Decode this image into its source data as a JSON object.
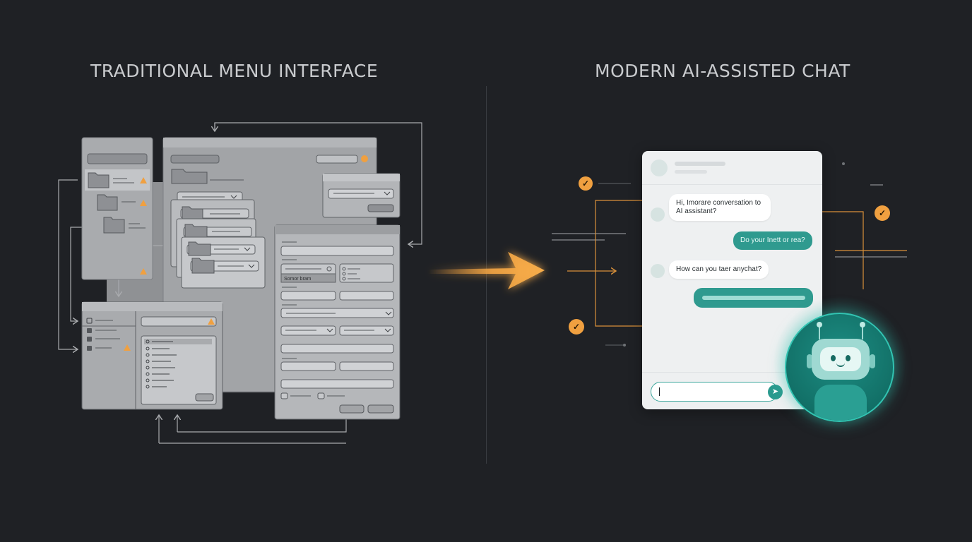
{
  "left_panel": {
    "title": "TRADITIONAL MENU INTERFACE"
  },
  "right_panel": {
    "title": "MODERN AI-ASSISTED CHAT"
  },
  "chat": {
    "messages": [
      {
        "role": "assistant",
        "text": "Hi, Imorare conversation to AI assistant?"
      },
      {
        "role": "user",
        "text": "Do your Inett or rea?"
      },
      {
        "role": "assistant",
        "text": "How can you taer anychat?"
      },
      {
        "role": "user",
        "text": ""
      }
    ],
    "input_value": "",
    "send_icon": "send-arrow-icon"
  },
  "left_mock": {
    "selected_field_text": "Somor bram"
  },
  "colors": {
    "background": "#1f2125",
    "accent_orange": "#f0a040",
    "accent_teal": "#2f9a8f",
    "window_gray": "#a6a8ab"
  }
}
